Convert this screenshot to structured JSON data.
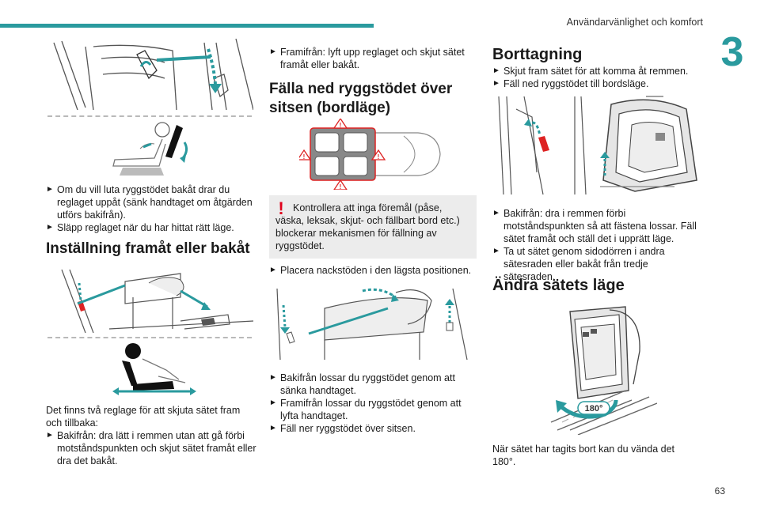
{
  "header": {
    "section_title": "Användarvänlighet och komfort",
    "chapter_number": "3",
    "page_number": "63",
    "accent_color": "#2a9a9e"
  },
  "column1": {
    "bullets_recline": [
      "Om du vill luta ryggstödet bakåt drar du reglaget uppåt (sänk handtaget om åtgärden utförs bakifrån).",
      "Släpp reglaget när du har hittat rätt läge."
    ],
    "heading_forward_back": "Inställning framåt eller bakåt",
    "intro_two_controls": "Det finns två reglage för att skjuta sätet fram och tillbaka:",
    "bullets_slide": [
      "Bakifrån: dra lätt i remmen utan att gå förbi motståndspunkten och skjut sätet framåt eller dra det bakåt."
    ]
  },
  "column2": {
    "bullets_top": [
      "Framifrån: lyft upp reglaget och skjut sätet framåt eller bakåt."
    ],
    "heading_fold": "Fälla ned ryggstödet över sitsen (bordläge)",
    "warning_icon": "warning-exclamation-icon",
    "warning_color": "#e0001b",
    "warning_text": "Kontrollera att inga föremål (påse, väska, leksak, skjut- och fällbart bord etc.) blockerar mekanismen för fällning av ryggstödet.",
    "bullets_headrest": [
      "Placera nackstöden i den lägsta positionen."
    ],
    "bullets_fold": [
      "Bakifrån lossar du ryggstödet genom att sänka handtaget.",
      "Framifrån lossar du ryggstödet genom att lyfta handtaget.",
      "Fäll ner ryggstödet över sitsen."
    ]
  },
  "column3": {
    "heading_removal": "Borttagning",
    "bullets_removal": [
      "Skjut fram sätet för att komma åt remmen.",
      "Fäll ned ryggstödet till bordsläge."
    ],
    "bullets_release": [
      "Bakifrån: dra i remmen förbi motståndspunkten så att fästena lossar. Fäll sätet framåt och ställ det i upprätt läge.",
      "Ta ut sätet genom sidodörren i andra sätesraden eller bakåt från tredje sätesraden."
    ],
    "heading_change": "Ändra sätets läge",
    "rotation_label": "180°",
    "turn_note": "När sätet har tagits bort kan du vända det 180°."
  },
  "bullet_glyph": "►"
}
